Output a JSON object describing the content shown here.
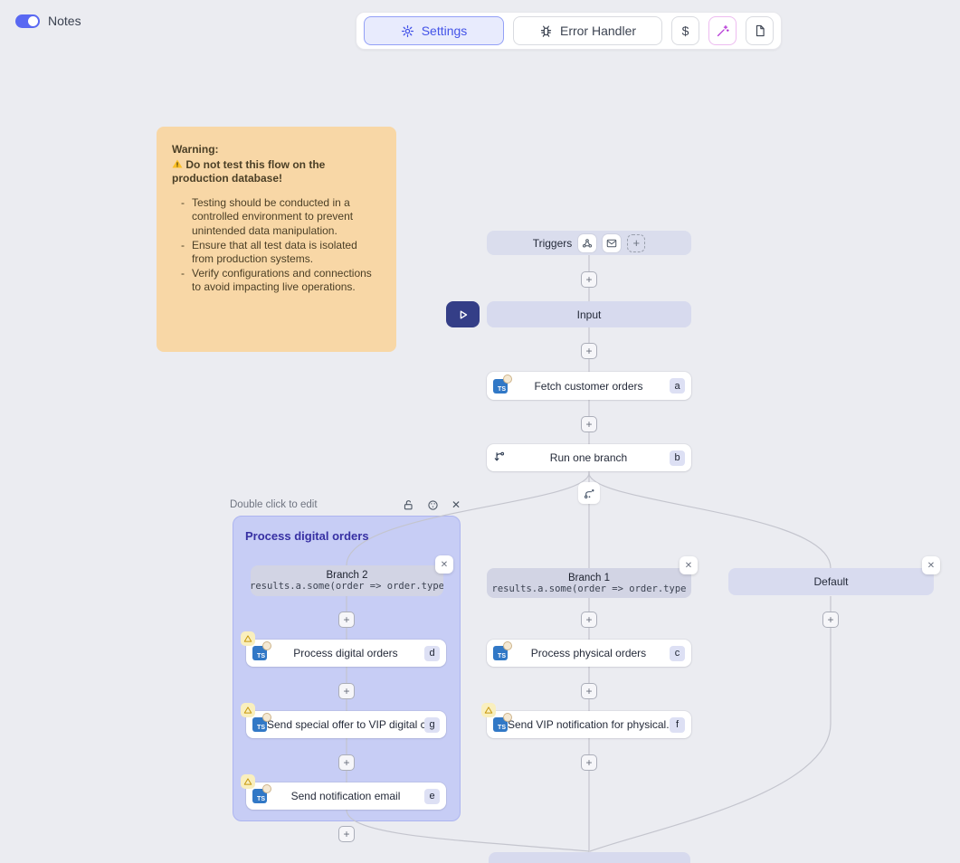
{
  "header": {
    "notes_toggle": {
      "label": "Notes",
      "state": "on"
    },
    "toolbar": {
      "settings_label": "Settings",
      "error_handler_label": "Error Handler",
      "dollar_label": "$"
    }
  },
  "warning_note": {
    "title": "Warning:",
    "alert_text": "Do not test this flow on the production database!",
    "bullets": [
      "Testing should be conducted in a controlled environment to prevent unintended data manipulation.",
      "Ensure that all test data is isolated from production systems.",
      "Verify configurations and connections to avoid impacting live operations."
    ]
  },
  "flow": {
    "triggers_label": "Triggers",
    "input_label": "Input",
    "fetch_step": {
      "label": "Fetch customer orders",
      "badge": "a"
    },
    "branch_step": {
      "label": "Run one branch",
      "badge": "b"
    },
    "group": {
      "hint": "Double click to edit",
      "title": "Process digital orders"
    },
    "branch2": {
      "title": "Branch 2",
      "condition": "results.a.some(order => order.type",
      "steps": [
        {
          "label": "Process digital orders",
          "badge": "d"
        },
        {
          "label": "Send special offer to VIP digital c...",
          "badge": "g"
        },
        {
          "label": "Send notification email",
          "badge": "e"
        }
      ]
    },
    "branch1": {
      "title": "Branch 1",
      "condition": "results.a.some(order => order.type",
      "steps": [
        {
          "label": "Process physical orders",
          "badge": "c"
        },
        {
          "label": "Send VIP notification for physical...",
          "badge": "f"
        }
      ]
    },
    "default_label": "Default",
    "ts_icon_label": "TS"
  },
  "icons": {
    "plus": "+",
    "close": "✕"
  },
  "colors": {
    "accent_indigo": "#4353e8",
    "toggle_on": "#5968f2",
    "warning_note_bg": "#f8d7a6",
    "group_fill": "#c7cdf5",
    "play_button_bg": "#343e87",
    "wand_pink": "#b63ad6",
    "ts_blue": "#3178c6"
  }
}
